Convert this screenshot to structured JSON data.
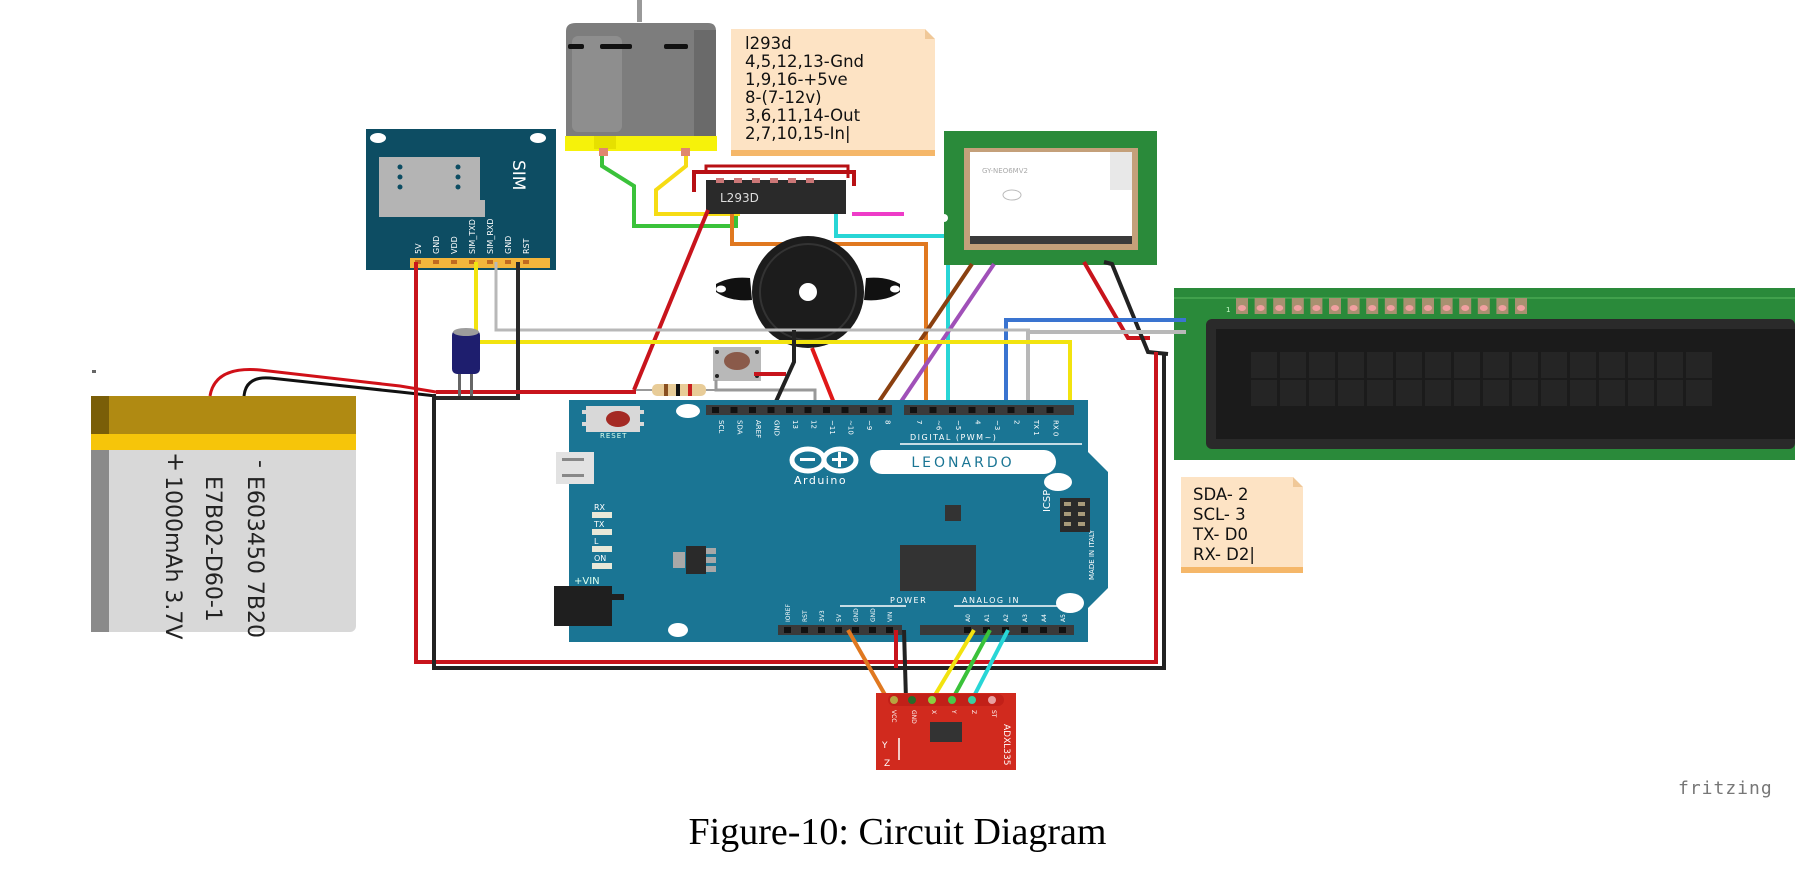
{
  "figure": {
    "caption": "Figure-10: Circuit Diagram",
    "watermark": "fritzing"
  },
  "notes": {
    "l293d": {
      "lines": [
        "l293d",
        "4,5,12,13-Gnd",
        "1,9,16-+5ve",
        "8-(7-12v)",
        "3,6,11,14-Out",
        "2,7,10,15-In|"
      ]
    },
    "lcd": {
      "lines": [
        "SDA- 2",
        "SCL- 3",
        "TX- D0",
        "RX- D2|"
      ]
    }
  },
  "components": {
    "battery": {
      "minus": "-",
      "plus": "+",
      "label_1": "E603450 7B20",
      "label_2": "E7B02-D60-1",
      "label_3": "1000mAh 3.7V"
    },
    "sim_module": {
      "label": "SIM",
      "pins": [
        "5V",
        "GND",
        "VDD",
        "SIM_TXD",
        "SIM_RXD",
        "GND",
        "RST"
      ]
    },
    "motor_driver": {
      "label": "L293D"
    },
    "gps": {
      "label": "GY-NEO6MV2"
    },
    "arduino": {
      "brand": "Arduino",
      "model": "LEONARDO",
      "reset_label": "RESET",
      "digital_label": "DIGITAL (PWM~)",
      "power_label": "POWER",
      "analog_label": "ANALOG IN",
      "icsp_label": "ICSP",
      "made_in": "MADE IN ITALY",
      "led_labels": [
        "RX",
        "TX",
        "L",
        "ON"
      ],
      "vin_label": "+VIN",
      "digital_pins": [
        "SCL",
        "SDA",
        "AREF",
        "GND",
        "13",
        "12",
        "~11",
        "~10",
        "~9",
        "8",
        "7",
        "~6",
        "~5",
        "4",
        "~3",
        "2",
        "TX 1",
        "RX 0"
      ],
      "power_pins": [
        "IOREF",
        "RST",
        "3V3",
        "5V",
        "GND",
        "GND",
        "VIN"
      ],
      "analog_pins": [
        "A0",
        "A1",
        "A2",
        "A3",
        "A4",
        "A5"
      ]
    },
    "accelerometer": {
      "label": "ADXL335",
      "pins": [
        "VCC",
        "GND",
        "X",
        "Y",
        "Z",
        "ST"
      ],
      "axis_y": "Y",
      "axis_z": "Z"
    },
    "lcd": {
      "pin_count": 16,
      "pin1_label": "1"
    }
  },
  "colors": {
    "arduino_blue": "#1a7594",
    "sim_board": "#0d4d63",
    "pcb_green": "#2a8a3a",
    "wire_red": "#c8141c",
    "wire_black": "#222222",
    "wire_yellow": "#f2e30f",
    "wire_green": "#3ac23a",
    "wire_orange": "#e07820",
    "wire_cyan": "#28d6d6",
    "wire_brown": "#8a4010",
    "wire_purple": "#a050b8",
    "wire_blue": "#3a74d0",
    "wire_grey": "#b8b8b8",
    "wire_magenta": "#ee3cc8",
    "accel_red": "#d12a1e",
    "battery_gold": "#b08a12"
  }
}
